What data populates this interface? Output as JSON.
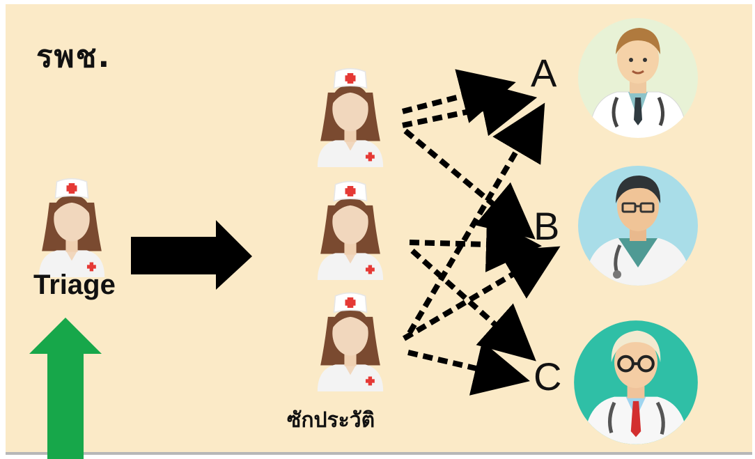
{
  "title": "รพช.",
  "triage": {
    "label": "Triage"
  },
  "history": {
    "label": "ซักประวัติ"
  },
  "doctors": [
    {
      "label": "A",
      "avatar_bg": "#e8f2d6"
    },
    {
      "label": "B",
      "avatar_bg": "#a9dde8"
    },
    {
      "label": "C",
      "avatar_bg": "#2fbfa6"
    }
  ],
  "colors": {
    "background": "#fbeac7",
    "flow_arrow": "#000000",
    "arrival_arrow": "#1aa84a"
  }
}
